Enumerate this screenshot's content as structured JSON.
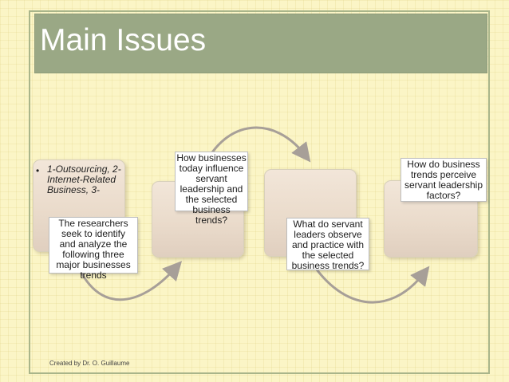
{
  "slide": {
    "title": "Main Issues",
    "footer": "Created by  Dr. O. Guillaume"
  },
  "process": {
    "boxes": [
      {
        "bullet": "•",
        "text": "1-Outsourcing, 2-Internet-Related Business, 3-"
      }
    ],
    "notes": [
      "The researchers\nseek to identify\nand analyze the\nfollowing three\nmajor businesses\ntrends",
      "How businesses\ntoday influence\nservant\nleadership and\nthe selected\nbusiness trends?",
      "What do servant\nleaders observe\nand practice with\nthe selected\nbusiness trends?",
      "How do business\ntrends perceive\nservant leadership\nfactors?"
    ]
  },
  "colors": {
    "background": "#fbf5c6",
    "title_bar": "#9aa885",
    "title_text": "#ffffff",
    "box_fill": "#eadbcb",
    "arrow": "#a79f98"
  }
}
